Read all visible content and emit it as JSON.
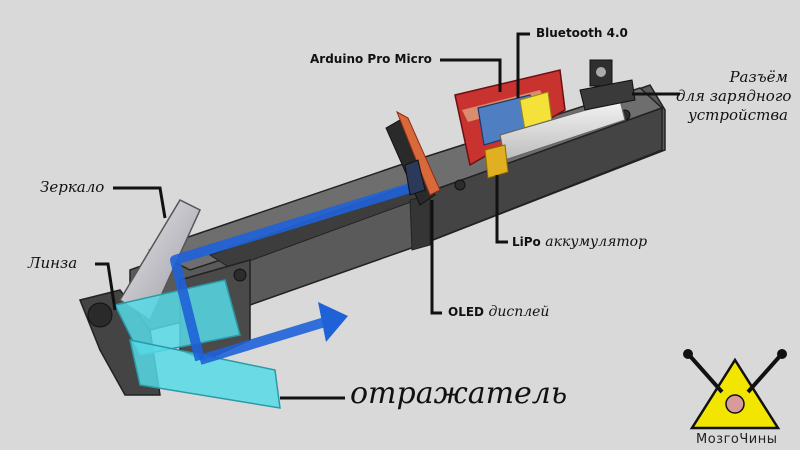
{
  "labels": {
    "mirror": "Зеркало",
    "lens": "Линза",
    "reflector": "отражатель",
    "arduino": "Arduino Pro Micro",
    "bluetooth": "Bluetooth 4.0",
    "charger_line1": "Разъём",
    "charger_line2": "для зарядного",
    "charger_line3": "устройства",
    "lipo_bold": "LiPo",
    "lipo_rest": "аккумулятор",
    "oled_bold": "OLED",
    "oled_rest": "дисплей"
  },
  "logo": {
    "text": "МозгоЧины",
    "icon": "brain-wrench-warning-icon",
    "color": "#f2e600"
  },
  "colors": {
    "beam": "#1f62d8",
    "lens": "#56d9e6",
    "pcb": "#c8322f",
    "housing": "#4e4e4e"
  }
}
